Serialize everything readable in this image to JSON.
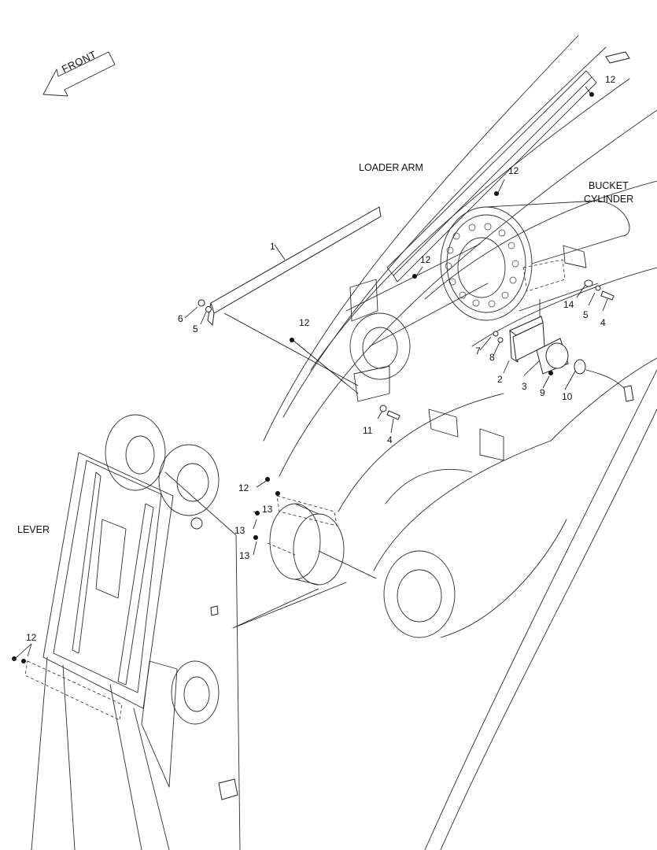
{
  "diagram": {
    "front_indicator": "FRONT",
    "labels": {
      "loader_arm": "LOADER ARM",
      "bucket_cylinder_line1": "BUCKET",
      "bucket_cylinder_line2": "CYLINDER",
      "lever": "LEVER"
    },
    "callouts": {
      "c1": "1",
      "c2": "2",
      "c3": "3",
      "c4a": "4",
      "c4b": "4",
      "c5a": "5",
      "c5b": "5",
      "c6": "6",
      "c7": "7",
      "c8": "8",
      "c9": "9",
      "c10": "10",
      "c11": "11",
      "c12a": "12",
      "c12b": "12",
      "c12c": "12",
      "c12d": "12",
      "c12e": "12",
      "c12f": "12",
      "c13a": "13",
      "c13b": "13",
      "c13c": "13",
      "c14": "14"
    }
  }
}
